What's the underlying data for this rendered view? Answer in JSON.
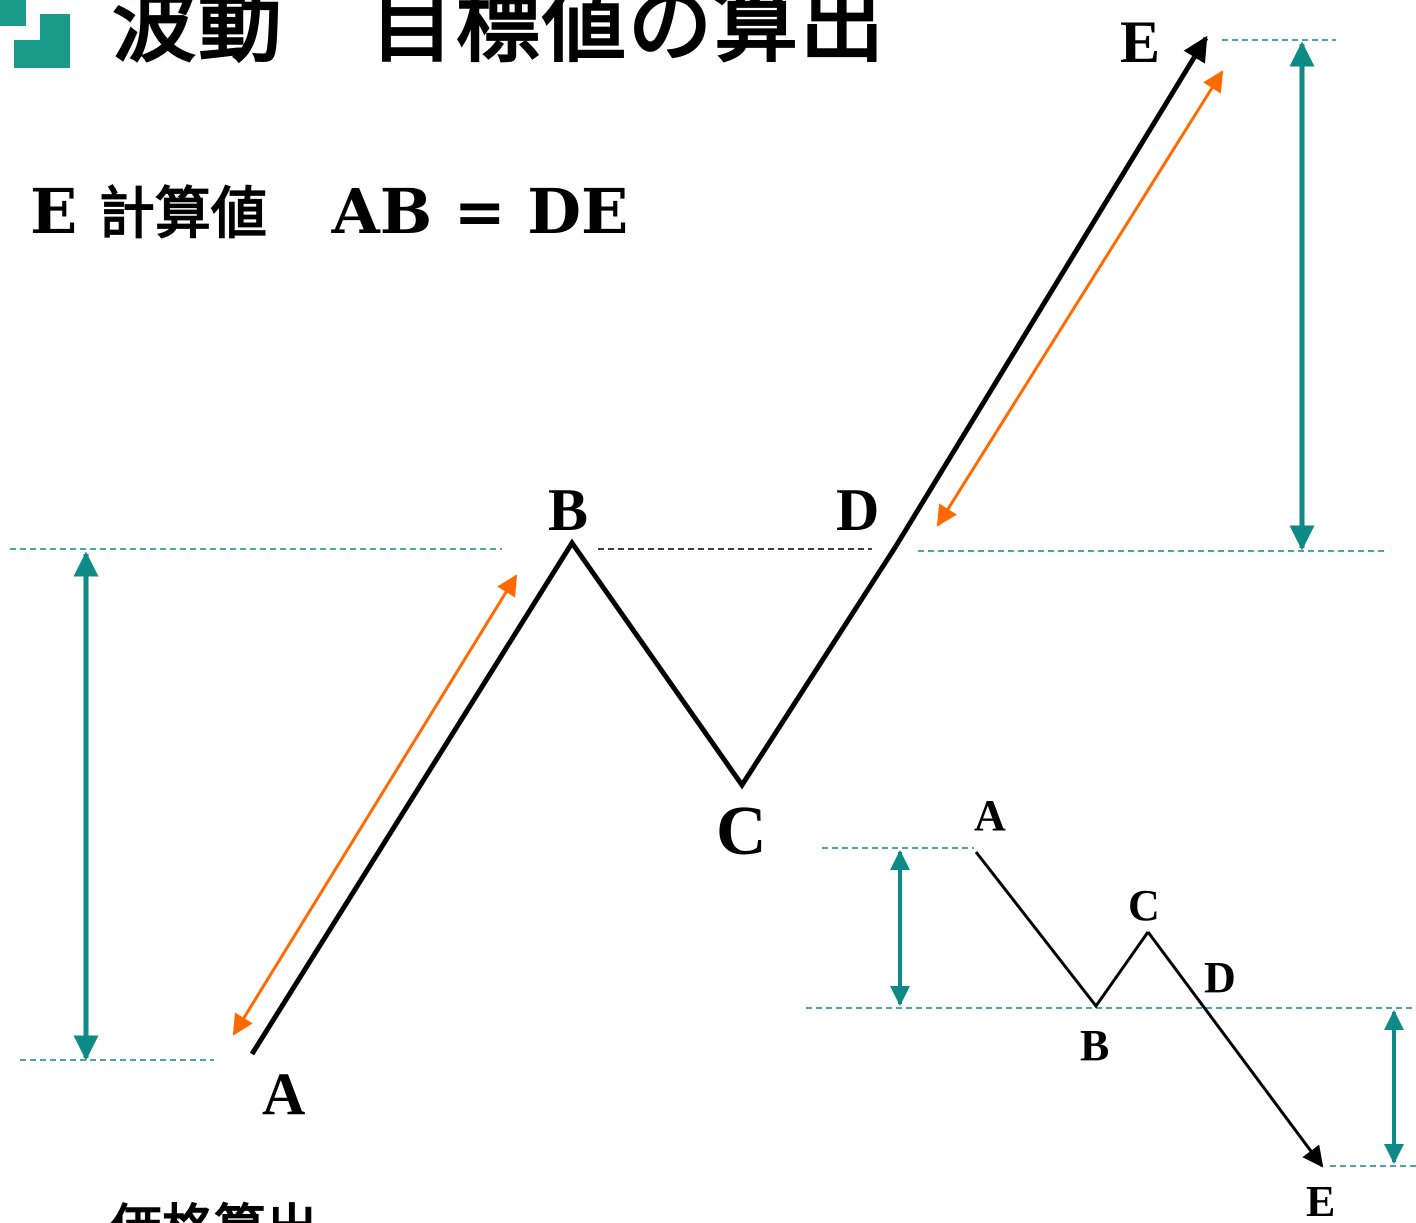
{
  "title": "波動　目標値の算出",
  "formula": {
    "point": "E",
    "label": "計算値",
    "equation": "AB = DE"
  },
  "bottom_text": "価格算出",
  "main_points": {
    "A": "A",
    "B": "B",
    "C": "C",
    "D": "D",
    "E": "E"
  },
  "small_points": {
    "A": "A",
    "B": "B",
    "C": "C",
    "D": "D",
    "E": "E"
  },
  "colors": {
    "wave": "#000000",
    "length_arrow": "#ff6a00",
    "height_arrow": "#0e8a87",
    "guide_line": "#0e8a87",
    "bullet": "#1a9a88"
  },
  "icons": [
    "square-bullet-icon"
  ]
}
